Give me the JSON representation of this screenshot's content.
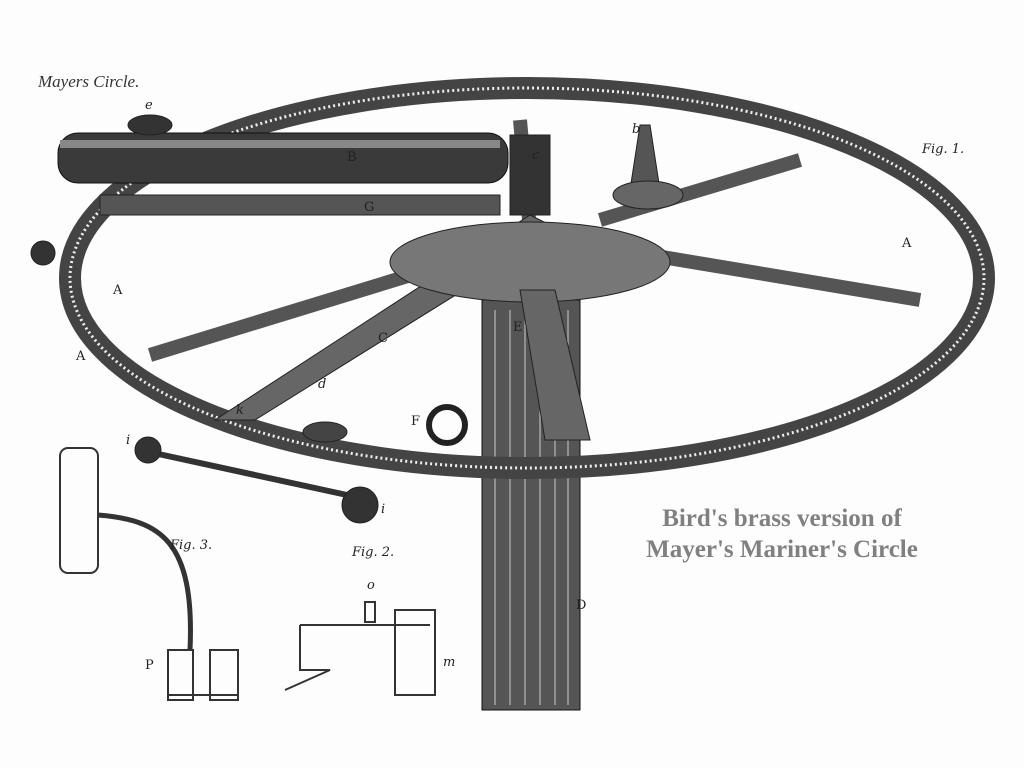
{
  "title": "Mayers Circle.",
  "caption": {
    "line1": "Bird's brass version of",
    "line2": "Mayer's Mariner's Circle"
  },
  "labels": {
    "e": "e",
    "B": "B",
    "c": "c",
    "b": "b",
    "fig1": "Fig. 1.",
    "G": "G",
    "A1": "A",
    "A2": "A",
    "A3": "A",
    "C": "C",
    "E": "E",
    "d": "d",
    "k": "k",
    "F": "F",
    "i1": "i",
    "i2": "i",
    "fig3": "Fig. 3.",
    "fig2": "Fig. 2.",
    "o": "o",
    "D": "D",
    "m": "m",
    "P": "P"
  }
}
